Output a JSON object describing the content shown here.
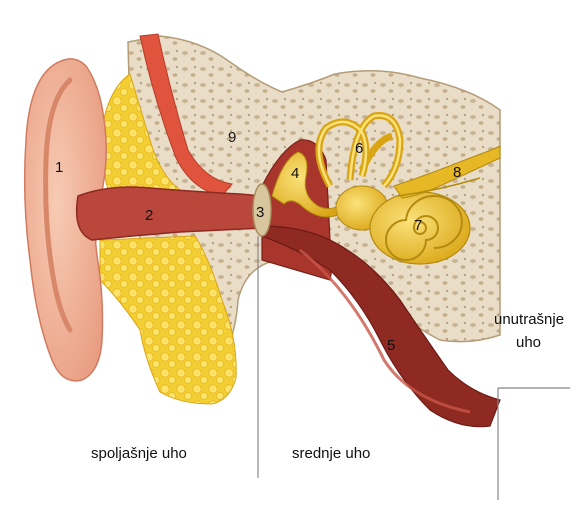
{
  "labels": {
    "n1": "1",
    "n2": "2",
    "n3": "3",
    "n4": "4",
    "n5": "5",
    "n6": "6",
    "n7": "7",
    "n8": "8",
    "n9": "9"
  },
  "regions": {
    "outer": "spoljašnje uho",
    "middle": "srednje uho",
    "inner_line1": "unutrašnje",
    "inner_line2": "uho"
  },
  "colors": {
    "skin": "#f2b9a0",
    "skin_dark": "#e08f74",
    "bone": "#e9ddc7",
    "fat": "#f6d84a",
    "canal": "#b9473b",
    "tube": "#8e2a22",
    "gold": "#e6b825",
    "muscle": "#e0543e"
  }
}
